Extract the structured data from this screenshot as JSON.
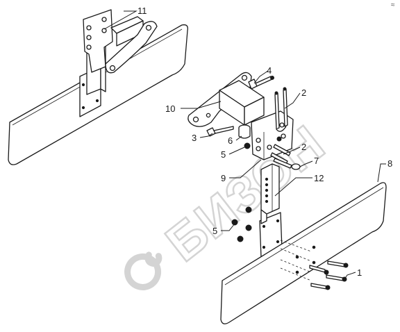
{
  "diagram": {
    "corner_mark": "≈",
    "watermark": {
      "text": "БИЗОН"
    },
    "callouts": [
      {
        "id": "1",
        "label": "1"
      },
      {
        "id": "2a",
        "label": "2"
      },
      {
        "id": "2b",
        "label": "2"
      },
      {
        "id": "3",
        "label": "3"
      },
      {
        "id": "4",
        "label": "4"
      },
      {
        "id": "5a",
        "label": "5"
      },
      {
        "id": "5b",
        "label": "5"
      },
      {
        "id": "6",
        "label": "6"
      },
      {
        "id": "7",
        "label": "7"
      },
      {
        "id": "8",
        "label": "8"
      },
      {
        "id": "9",
        "label": "9"
      },
      {
        "id": "10",
        "label": "10"
      },
      {
        "id": "11",
        "label": "11"
      },
      {
        "id": "12",
        "label": "12"
      }
    ]
  }
}
